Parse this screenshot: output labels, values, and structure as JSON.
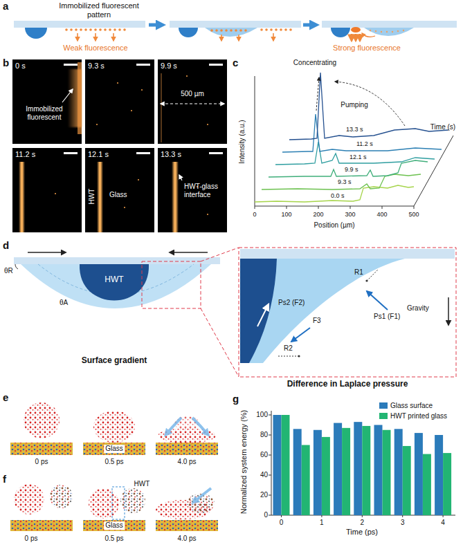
{
  "diagram": {
    "nodes": [
      {
        "text": [
          "0 s",
          "Immobilized fluorescent"
        ]
      },
      {
        "text": [
          "9.3 s"
        ]
      },
      {
        "text": [
          "9.9 s",
          "500 µm"
        ]
      },
      {
        "text": [
          "11.2 s"
        ]
      },
      {
        "text": [
          "12.1 s",
          "HWT",
          "Glass"
        ]
      },
      {
        "text": [
          "13.3 s",
          "HWT-glass interface"
        ]
      }
    ],
    "labels": [
      "a",
      "Immobilized fluorescent pattern",
      "Weak fluorescence",
      "Strong fluorescence",
      "b",
      "c",
      "Concentrating",
      "Pumping",
      "13.3 s",
      "11.2 s",
      "12.1 s",
      "9.9 s",
      "9.3 s",
      "0.0 s",
      "Intensity (a.u.)",
      "Time (s)",
      "0",
      "100",
      "200",
      "300",
      "400",
      "500",
      "Position (µm)",
      "d",
      "θR",
      "θA",
      "HWT",
      "Surface gradient",
      "Ps2 (F2)",
      "R1",
      "Ps1 (F1)",
      "R2",
      "F3",
      "Gravity",
      "Difference in Laplace pressure",
      "e",
      "Glass",
      "0 ps",
      "0.5 ps",
      "4.0 ps",
      "f",
      "HWT",
      "Glass",
      "0 ps",
      "0.5 ps",
      "4.0 ps",
      "g",
      "100",
      "80",
      "60",
      "40",
      "20",
      "0",
      "0",
      "1",
      "2",
      "3",
      "4",
      "Normalized system energy (%)",
      "Time (ps)"
    ],
    "legend": [
      {
        "text": "Glass surface",
        "color": "#2b7bba"
      },
      {
        "text": "HWT printed glass",
        "color": "#22b573"
      }
    ]
  }
}
